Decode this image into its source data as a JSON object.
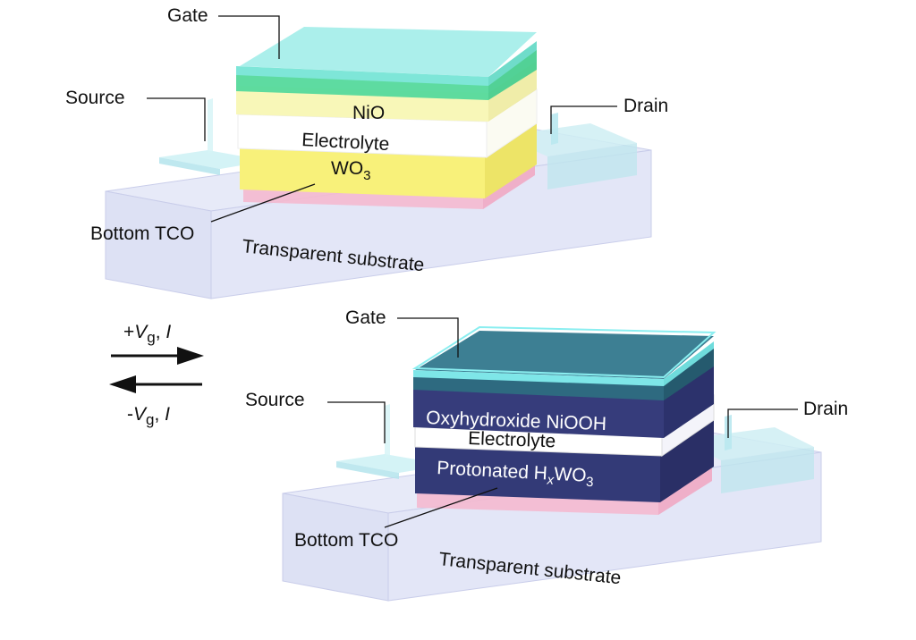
{
  "colors": {
    "substrate": "#dfe3f5",
    "tco": "#f6b8cf",
    "wo3": "#f7f27c",
    "electrolyte": "#ffffff",
    "nio": "#f6f6a6",
    "gate_glass": "#8fe6e2",
    "gate_green": "#4fd89a",
    "niooh": "#343a78",
    "hxwo3": "#2f3572",
    "source_drain": "#c9f0f4"
  },
  "top_device": {
    "gate": "Gate",
    "source": "Source",
    "drain": "Drain",
    "nio": "NiO",
    "electrolyte": "Electrolyte",
    "wo3": "WO",
    "wo3_sub": "3",
    "bottom_tco": "Bottom TCO",
    "substrate": "Transparent substrate"
  },
  "bottom_device": {
    "gate": "Gate",
    "source": "Source",
    "drain": "Drain",
    "niooh": "Oxyhydroxide NiOOH",
    "electrolyte": "Electrolyte",
    "hxwo3_prefix": "Protonated H",
    "hxwo3_x": "x",
    "hxwo3_mid": "WO",
    "hxwo3_sub": "3",
    "bottom_tco": "Bottom TCO",
    "substrate": "Transparent substrate"
  },
  "arrows": {
    "forward_sign": "+",
    "forward_v": "V",
    "forward_sub": "g",
    "forward_rest": ", ",
    "forward_i": "I",
    "reverse_sign": "-",
    "reverse_v": "V",
    "reverse_sub": "g",
    "reverse_rest": ", ",
    "reverse_i": "I"
  }
}
